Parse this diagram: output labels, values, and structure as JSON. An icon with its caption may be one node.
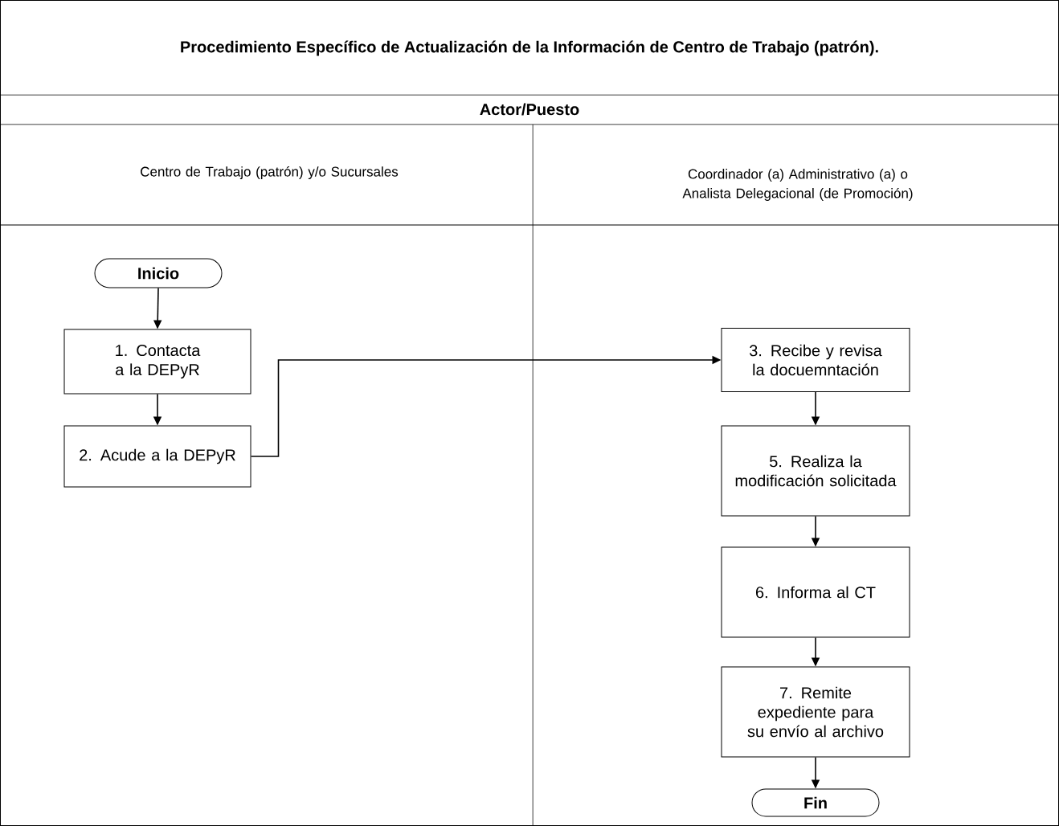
{
  "diagram": {
    "title": "Procedimiento Específico de Actualización de la Información de Centro de Trabajo (patrón).",
    "nodes": [
      {
        "text": [
          "Inicio"
        ]
      },
      {
        "text": [
          "1. Contacta a la DEPyR"
        ]
      },
      {
        "text": [
          "2. Acude a la DEPyR"
        ]
      },
      {
        "text": [
          "3. Recibe y revisa la docuemntación"
        ]
      },
      {
        "text": [
          "5. Realiza la modificación solicitada"
        ]
      },
      {
        "text": [
          "6. Informa al CT"
        ]
      },
      {
        "text": [
          "7. Remite expediente para su envío al archivo"
        ]
      },
      {
        "text": [
          "Fin"
        ]
      }
    ],
    "edges": [
      {
        "from": 0,
        "to": 1,
        "arrow": "to"
      },
      {
        "from": 1,
        "to": 2,
        "arrow": "to"
      },
      {
        "from": 2,
        "to": 3,
        "arrow": "to"
      },
      {
        "from": 3,
        "to": 4,
        "arrow": "to"
      },
      {
        "from": 4,
        "to": 5,
        "arrow": "to"
      },
      {
        "from": 5,
        "to": 6,
        "arrow": "to"
      },
      {
        "from": 6,
        "to": 7,
        "arrow": "to"
      }
    ],
    "labels": [
      "Actor/Puesto",
      "Centro de Trabajo (patrón) y/o Sucursales",
      "Coordinador (a) Administrativo (a) o Analista Delegacional (de Promoción)"
    ]
  }
}
